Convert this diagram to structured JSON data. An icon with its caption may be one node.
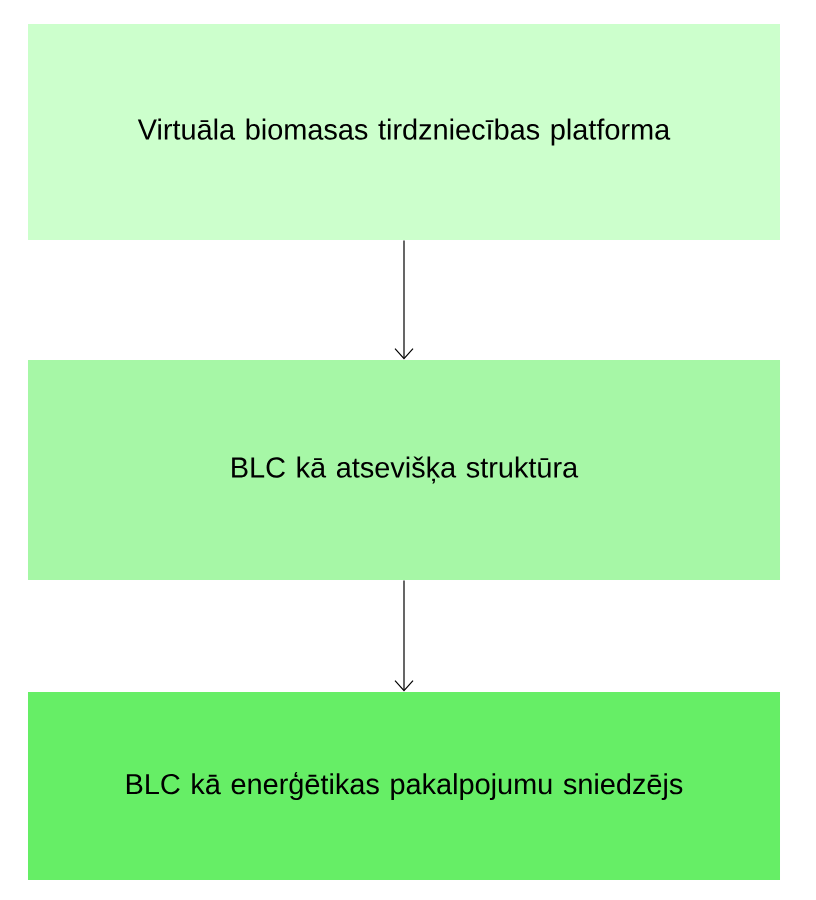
{
  "diagram": {
    "nodes": [
      {
        "text": [
          "Virtuāla biomasas tirdzniecības platforma"
        ]
      },
      {
        "text": [
          "BLC kā atsevišķa struktūra"
        ]
      },
      {
        "text": [
          "BLC kā enerģētikas pakalpojumu sniedzējs"
        ]
      }
    ],
    "edges": [
      {
        "from": 0,
        "to": 1,
        "arrow": "to"
      },
      {
        "from": 1,
        "to": 2,
        "arrow": "to"
      }
    ]
  }
}
